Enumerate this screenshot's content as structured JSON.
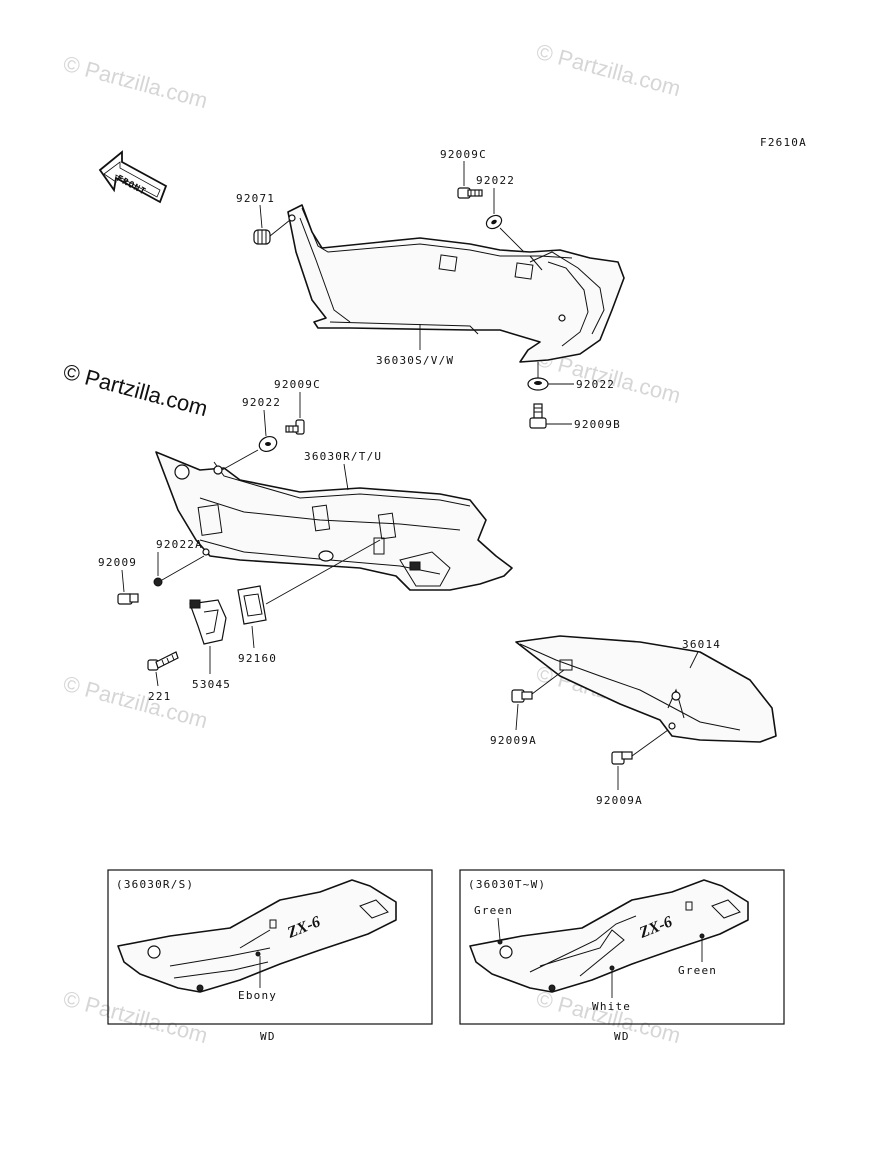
{
  "figure_code": "F2610A",
  "front_arrow_text": "FRONT",
  "watermarks": [
    "© Partzilla.com",
    "© Partzilla.com",
    "© Partzilla.com",
    "© Partzilla.com",
    "© Partzilla.com",
    "© Partzilla.com",
    "© Partzilla.com"
  ],
  "main_watermark": "© Partzilla.com",
  "labels": {
    "p92071": "92071",
    "p92009C_top": "92009C",
    "p92022_top": "92022",
    "p36030SVW": "36030S/V/W",
    "p92022_right": "92022",
    "p92009B": "92009B",
    "p92009C_mid": "92009C",
    "p92022_mid": "92022",
    "p36030RTU": "36030R/T/U",
    "p92022A": "92022A",
    "p92009": "92009",
    "p92160": "92160",
    "p53045": "53045",
    "p221": "221",
    "p36014": "36014",
    "p92009A_1": "92009A",
    "p92009A_2": "92009A"
  },
  "inset_left": {
    "title": "(36030R/S)",
    "color_label": "Ebony",
    "logo_text": "ZX-6",
    "footer": "WD"
  },
  "inset_right": {
    "title": "(36030T~W)",
    "color_label_1": "Green",
    "color_label_2": "Green",
    "color_label_3": "White",
    "logo_text": "ZX-6",
    "footer": "WD"
  }
}
